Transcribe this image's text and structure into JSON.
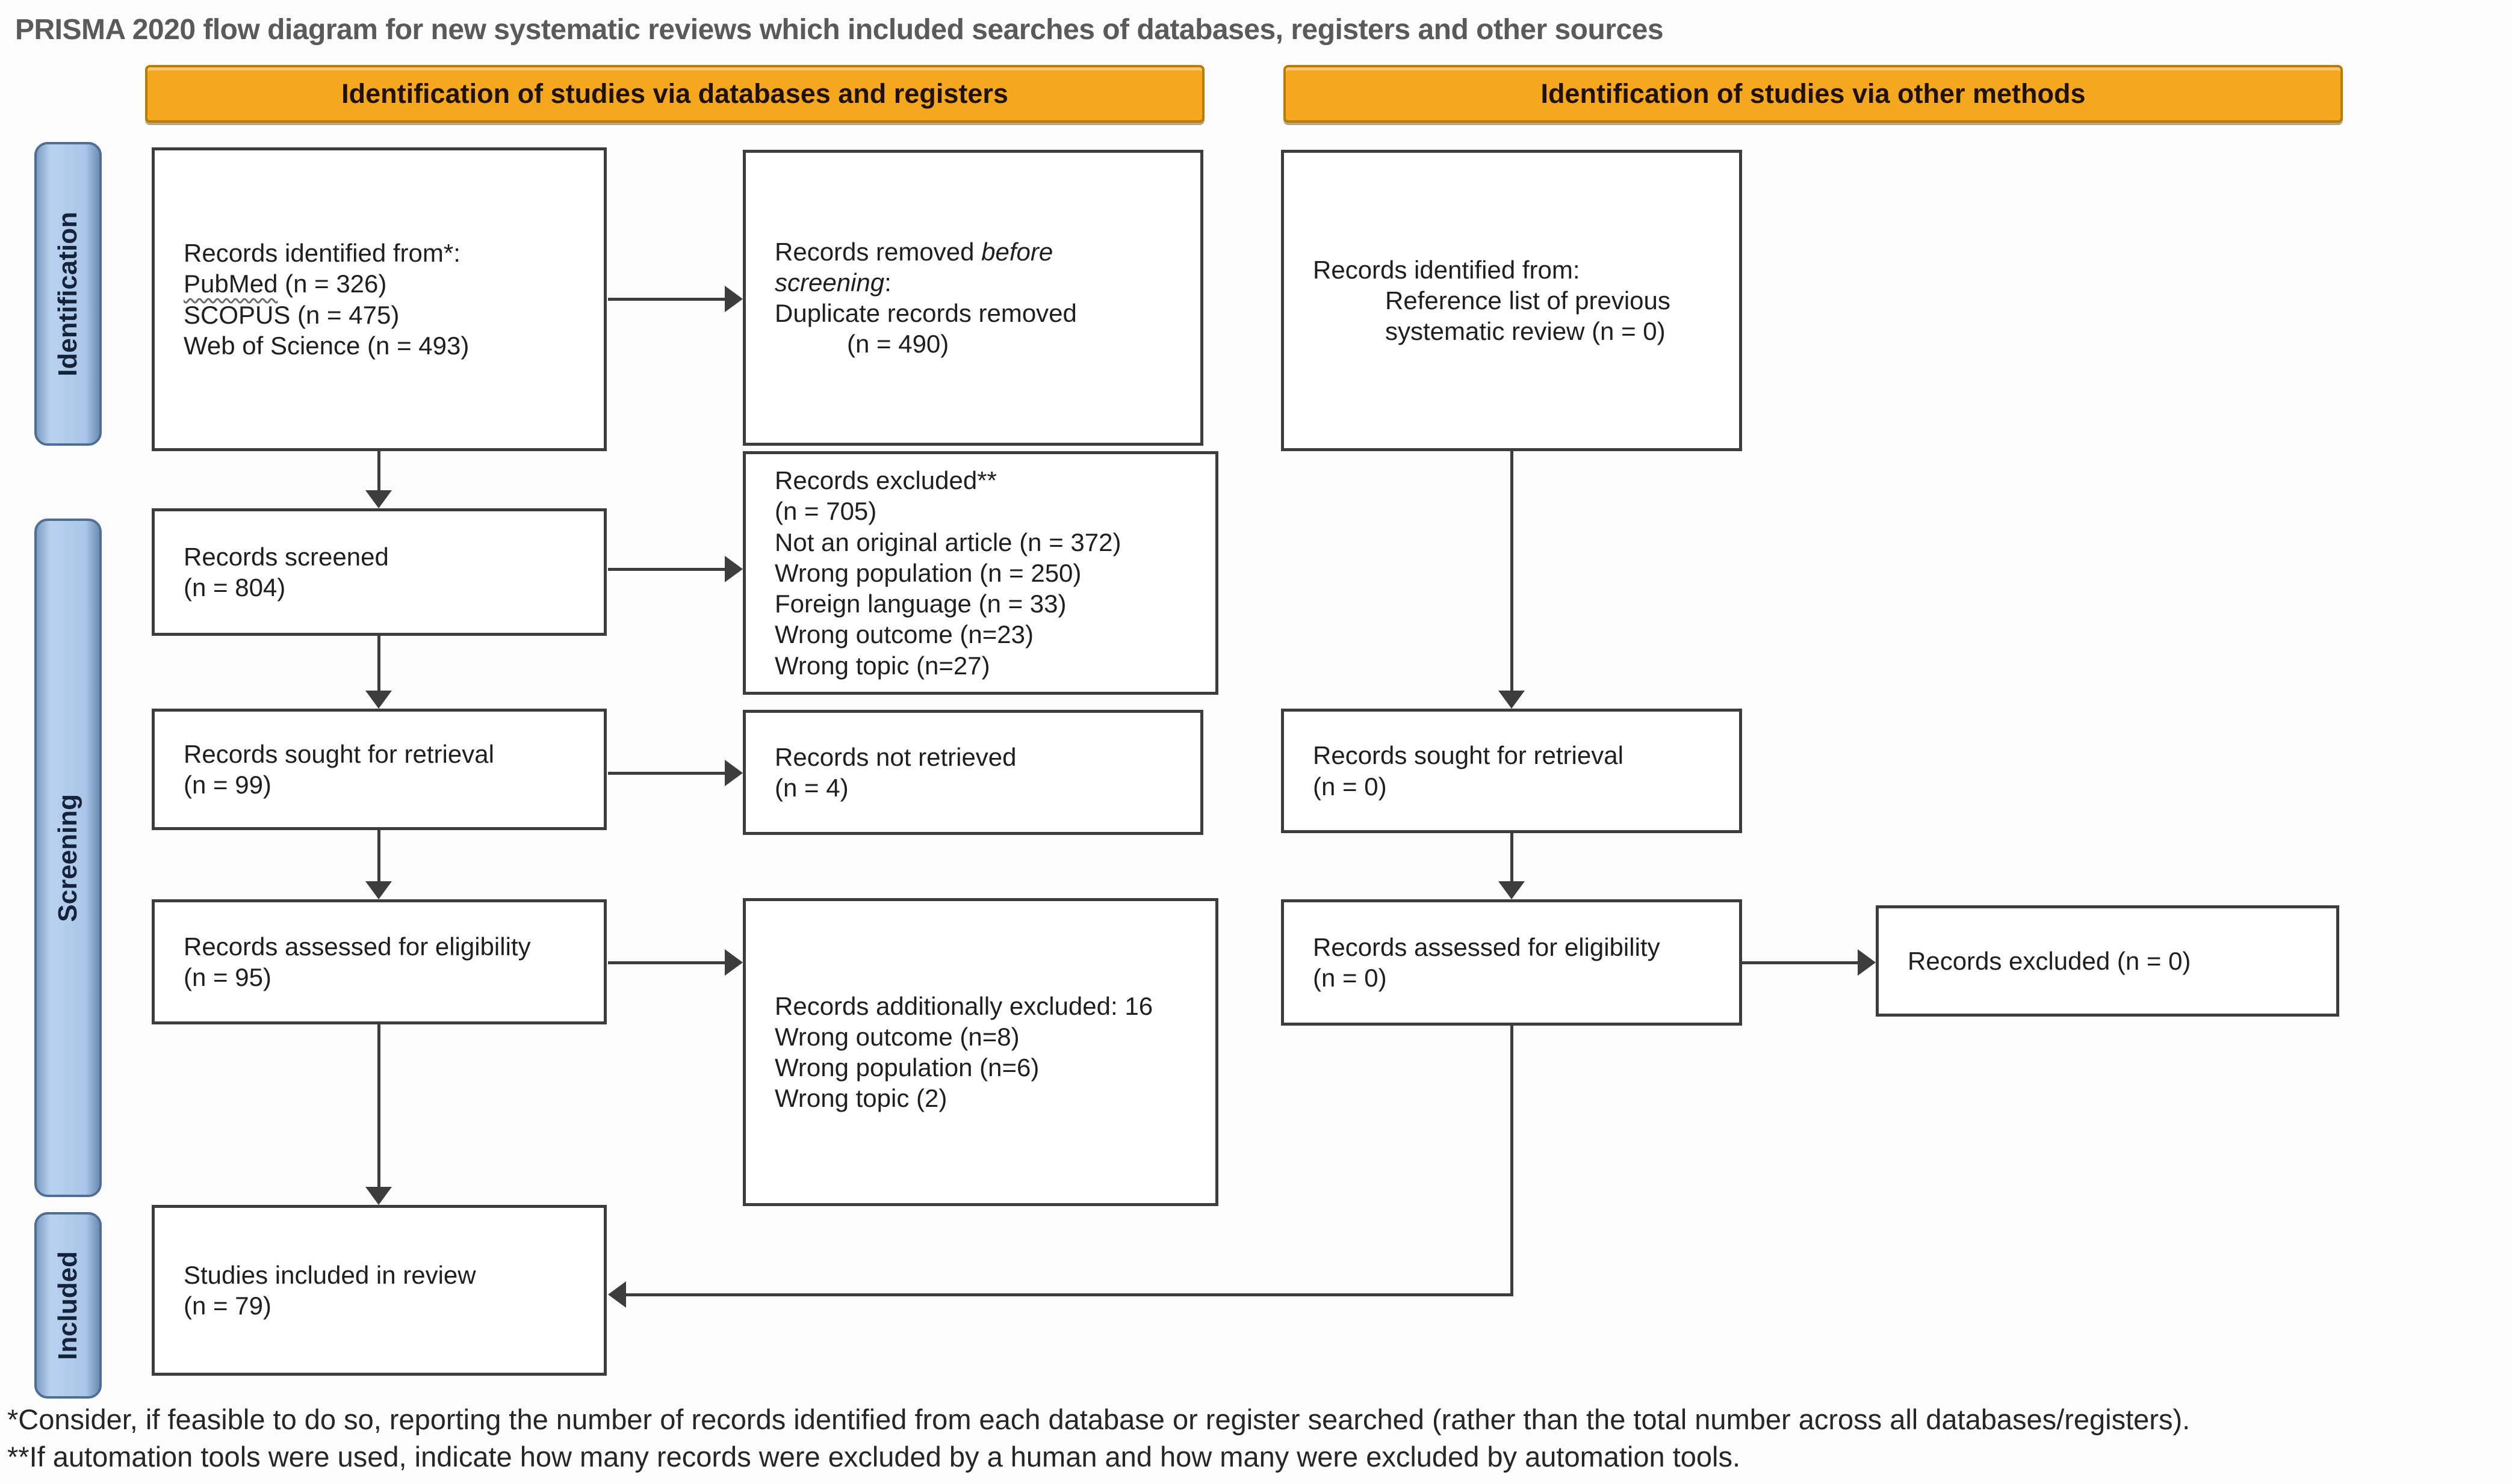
{
  "title": "PRISMA 2020 flow diagram for new systematic reviews which included searches of databases, registers and other sources",
  "colors": {
    "header_fill": "#F5A81E",
    "header_border": "#BA7D00",
    "side_fill": "#A9C6E8",
    "side_border": "#4F6E96",
    "box_border": "#3D3D3D",
    "line": "#3D3D3D",
    "title_text": "#5A5A5A",
    "text": "#1F1F1F"
  },
  "headers": [
    {
      "label": "Identification of studies via databases and registers"
    },
    {
      "label": "Identification of studies via other methods"
    }
  ],
  "side_labels": [
    {
      "label": "Identification"
    },
    {
      "label": "Screening"
    },
    {
      "label": "Included"
    }
  ],
  "boxes": {
    "db_identified": {
      "lines": [
        {
          "text": "Records identified from*:"
        },
        {
          "text": "PubMed (n = 326)",
          "underline": "PubMed"
        },
        {
          "text": "SCOPUS (n = 475)"
        },
        {
          "text": "Web of Science (n = 493)"
        }
      ]
    },
    "removed_before_screening": {
      "lines": [
        {
          "text": "Records removed before",
          "italic": "before"
        },
        {
          "text": "screening:",
          "italic": "screening"
        },
        {
          "text": "Duplicate records removed"
        },
        {
          "text": "(n = 490)",
          "indent": 1
        }
      ]
    },
    "other_identified": {
      "lines": [
        {
          "text": "Records identified from:"
        },
        {
          "text": "Reference list of previous",
          "indent": 1
        },
        {
          "text": "systematic review (n = 0)",
          "indent": 1
        }
      ]
    },
    "records_screened": {
      "lines": [
        {
          "text": "Records screened"
        },
        {
          "text": "(n = 804)"
        }
      ]
    },
    "records_excluded": {
      "lines": [
        {
          "text": "Records excluded**"
        },
        {
          "text": "(n = 705)"
        },
        {
          "text": "Not an original article (n = 372)"
        },
        {
          "text": "Wrong population (n = 250)"
        },
        {
          "text": "Foreign language (n = 33)"
        },
        {
          "text": "Wrong outcome (n=23)"
        },
        {
          "text": "Wrong topic (n=27)"
        }
      ]
    },
    "sought_retrieval_db": {
      "lines": [
        {
          "text": "Records sought for retrieval"
        },
        {
          "text": "(n = 99)"
        }
      ]
    },
    "not_retrieved": {
      "lines": [
        {
          "text": "Records not retrieved"
        },
        {
          "text": "(n = 4)"
        }
      ]
    },
    "sought_retrieval_other": {
      "lines": [
        {
          "text": "Records sought for retrieval"
        },
        {
          "text": "(n = 0)"
        }
      ]
    },
    "assessed_db": {
      "lines": [
        {
          "text": "Records assessed for eligibility"
        },
        {
          "text": "(n = 95)"
        }
      ]
    },
    "additionally_excluded": {
      "lines": [
        {
          "text": "Records additionally excluded: 16"
        },
        {
          "text": "Wrong outcome (n=8)"
        },
        {
          "text": "Wrong population (n=6)"
        },
        {
          "text": "Wrong topic (2)"
        }
      ]
    },
    "assessed_other": {
      "lines": [
        {
          "text": "Records assessed for eligibility"
        },
        {
          "text": "(n = 0)"
        }
      ]
    },
    "excluded_other": {
      "lines": [
        {
          "text": "Records excluded (n = 0)"
        }
      ]
    },
    "included": {
      "lines": [
        {
          "text": "Studies included in review"
        },
        {
          "text": "(n = 79)"
        }
      ]
    }
  },
  "footnotes": [
    "*Consider, if feasible to do so, reporting the number of records identified from each database or register searched (rather than the total number across all databases/registers).",
    "**If automation tools were used, indicate how many records were excluded by a human and how many were excluded by automation tools."
  ]
}
